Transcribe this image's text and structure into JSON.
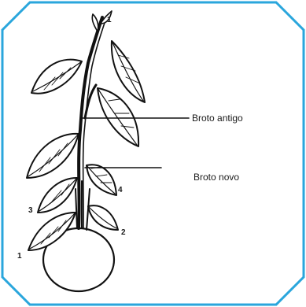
{
  "colors": {
    "border": "#2aa6dc",
    "ink": "#111111"
  },
  "labels": {
    "old_shoot": "Broto antigo",
    "new_shoot": "Broto novo"
  },
  "numbers": {
    "n1_top": "1",
    "n1": "1",
    "n2": "2",
    "n3": "3",
    "n4": "4"
  }
}
